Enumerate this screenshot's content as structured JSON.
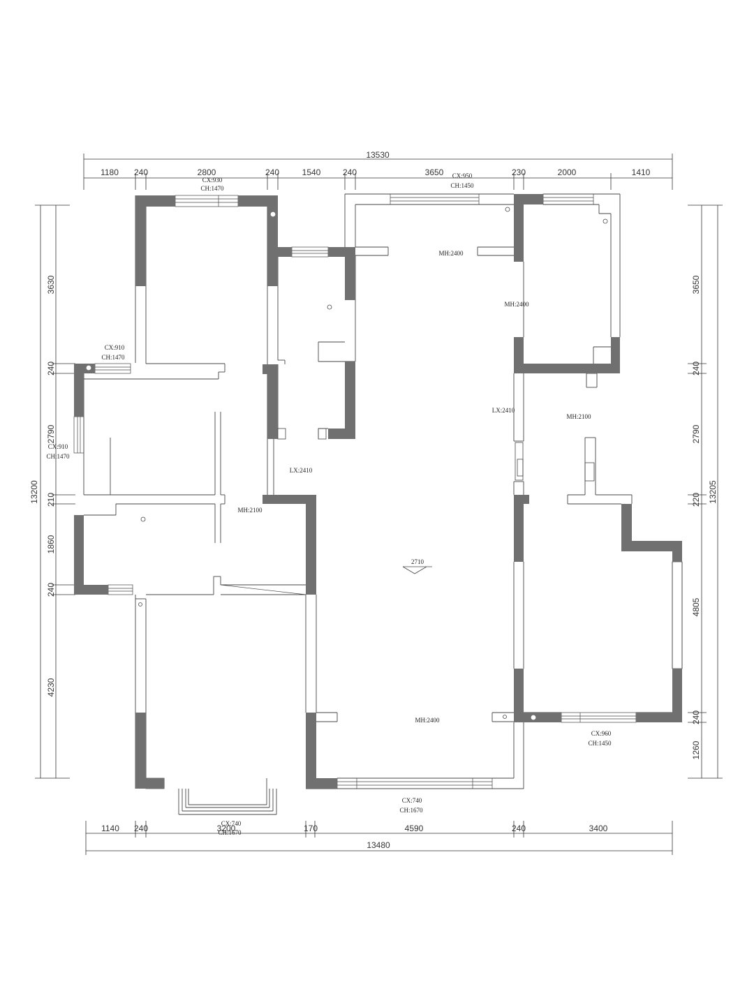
{
  "colors": {
    "wall": "#707070",
    "line": "#444444",
    "background": "#ffffff"
  },
  "dimensions": {
    "top_total": "13530",
    "top": [
      "1180",
      "240",
      "2800",
      "240",
      "1540",
      "240",
      "3650",
      "230",
      "2000",
      "1410"
    ],
    "bottom_total": "13480",
    "bottom": [
      "1140",
      "240",
      "3200",
      "170",
      "4590",
      "240",
      "3400"
    ],
    "left_total": "13200",
    "left": [
      "3630",
      "240",
      "2790",
      "210",
      "1860",
      "240",
      "4230"
    ],
    "right_total": "13205",
    "right": [
      "3650",
      "240",
      "2790",
      "220",
      "4805",
      "240",
      "1260"
    ]
  },
  "annotations": {
    "w_top_left": [
      "CX:930",
      "CH:1470"
    ],
    "w_top_living": [
      "CX:950",
      "CH:1450"
    ],
    "w_left_upper": [
      "CX:910",
      "CH:1470"
    ],
    "w_left_mid": [
      "CX:910",
      "CH:1470"
    ],
    "w_bottom_living": [
      "CX:740",
      "CH:1670"
    ],
    "w_bottom_bay": [
      "CX:740",
      "CH:1670"
    ],
    "w_bottom_right": [
      "CX:960",
      "CH:1450"
    ],
    "mh_2400_a": "MH:2400",
    "mh_2400_b": "MH:2400",
    "mh_2400_c": "MH:2400",
    "mh_2100_a": "MH:2100",
    "mh_2100_b": "MH:2100",
    "lx_2410_a": "LX:2410",
    "lx_2410_b": "LX:2410",
    "level_mark": "2710"
  }
}
